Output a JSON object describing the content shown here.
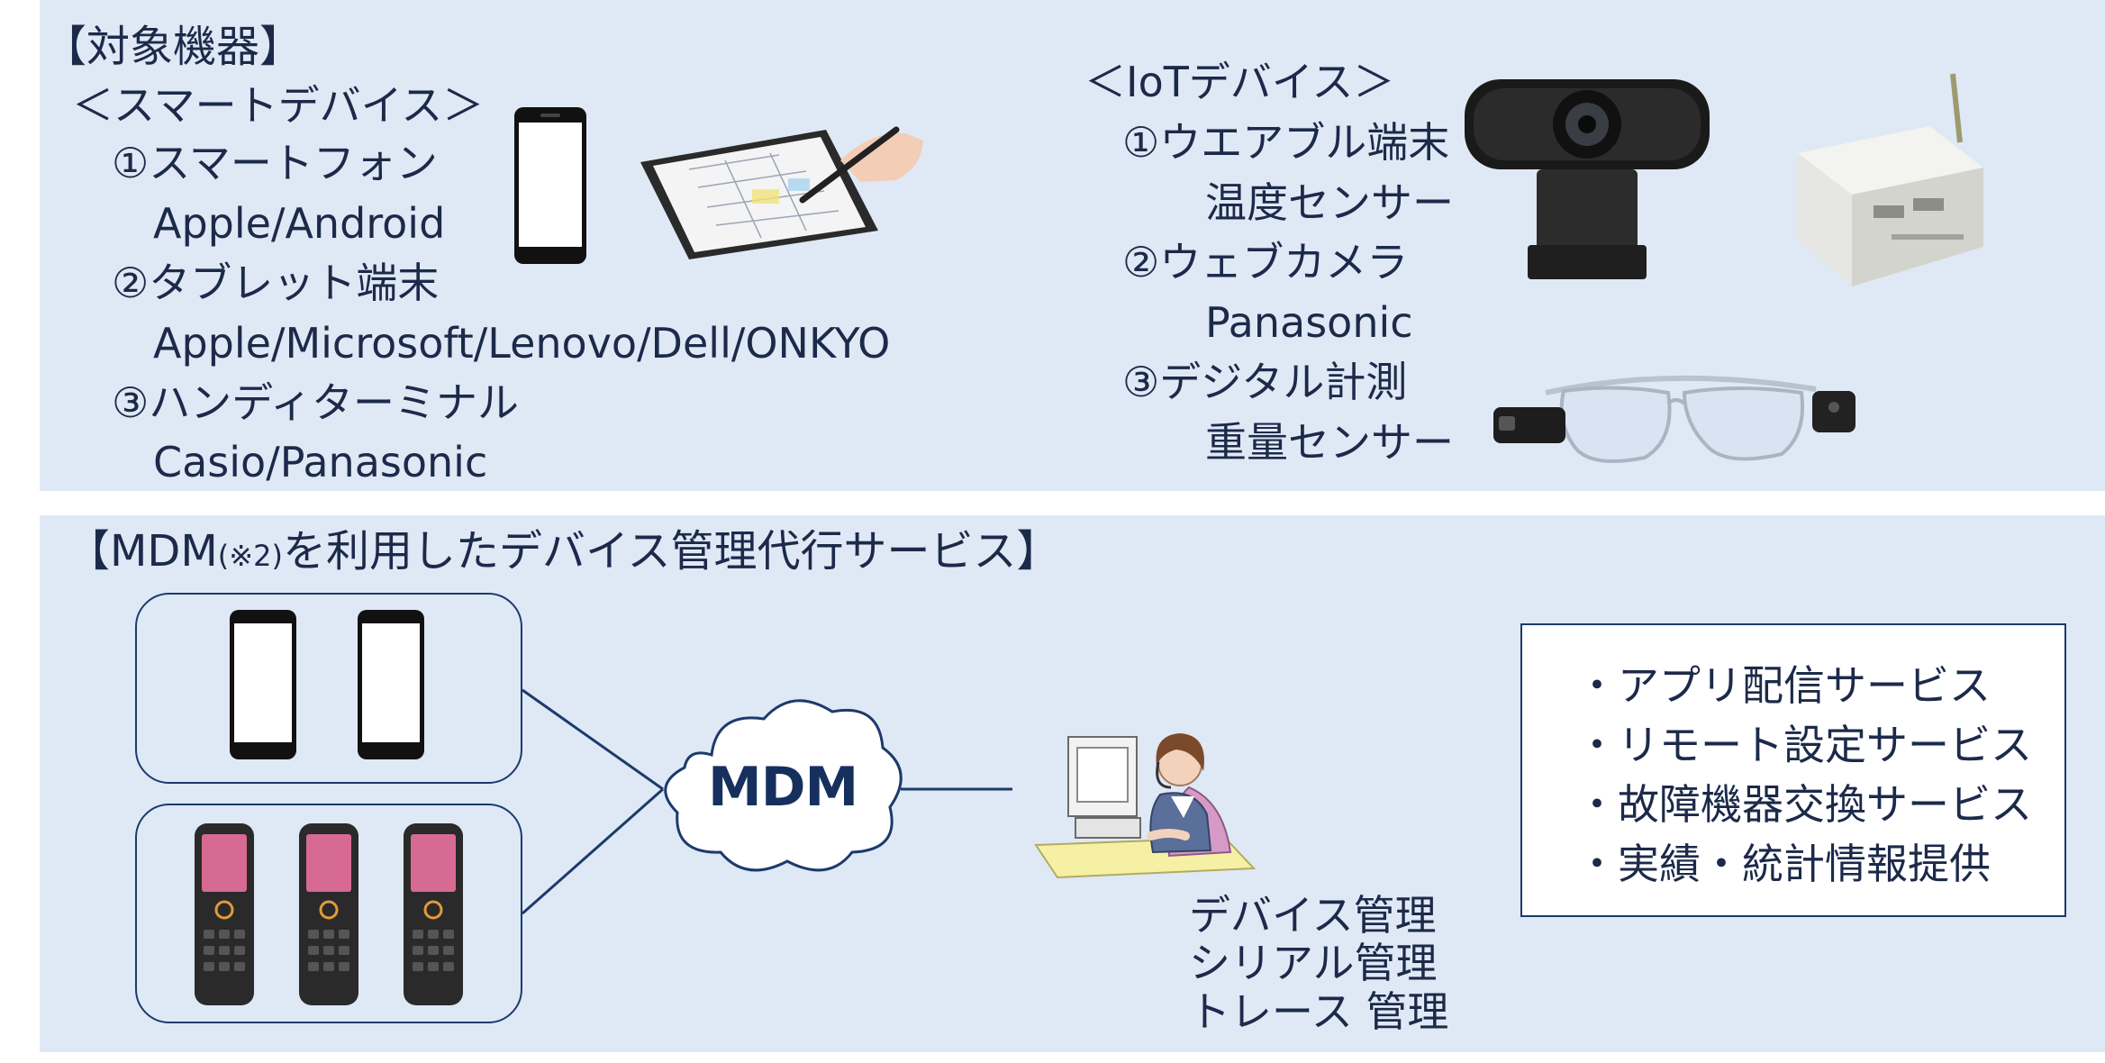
{
  "top": {
    "heading": "【対象機器】",
    "smart": {
      "title": "＜スマートデバイス＞",
      "items": [
        {
          "label": "①スマートフォン",
          "makers": "Apple/Android"
        },
        {
          "label": "②タブレット端末",
          "makers": "Apple/Microsoft/Lenovo/Dell/ONKYO"
        },
        {
          "label": "③ハンディターミナル",
          "makers": "Casio/Panasonic"
        }
      ]
    },
    "iot": {
      "title": "＜IoTデバイス＞",
      "items": [
        {
          "label": "①ウエアブル端末",
          "sub": "温度センサー"
        },
        {
          "label": "②ウェブカメラ",
          "sub": "Panasonic"
        },
        {
          "label": "③デジタル計測",
          "sub": "重量センサー"
        }
      ]
    }
  },
  "bottom": {
    "heading_pre": "【MDM",
    "heading_note": "(※2)",
    "heading_post": "を利用したデバイス管理代行サービス】",
    "cloud_label": "MDM",
    "operator_tasks": [
      "デバイス管理",
      "シリアル管理",
      "トレース 管理"
    ],
    "services": [
      "・アプリ配信サービス",
      "・リモート設定サービス",
      "・故障機器交換サービス",
      "・実績・統計情報提供"
    ]
  },
  "colors": {
    "panel": "#dfe9f5",
    "text": "#1c2a4a",
    "line": "#1c3a6b",
    "cloud_text": "#16305e",
    "desk": "#f6f0a4"
  }
}
